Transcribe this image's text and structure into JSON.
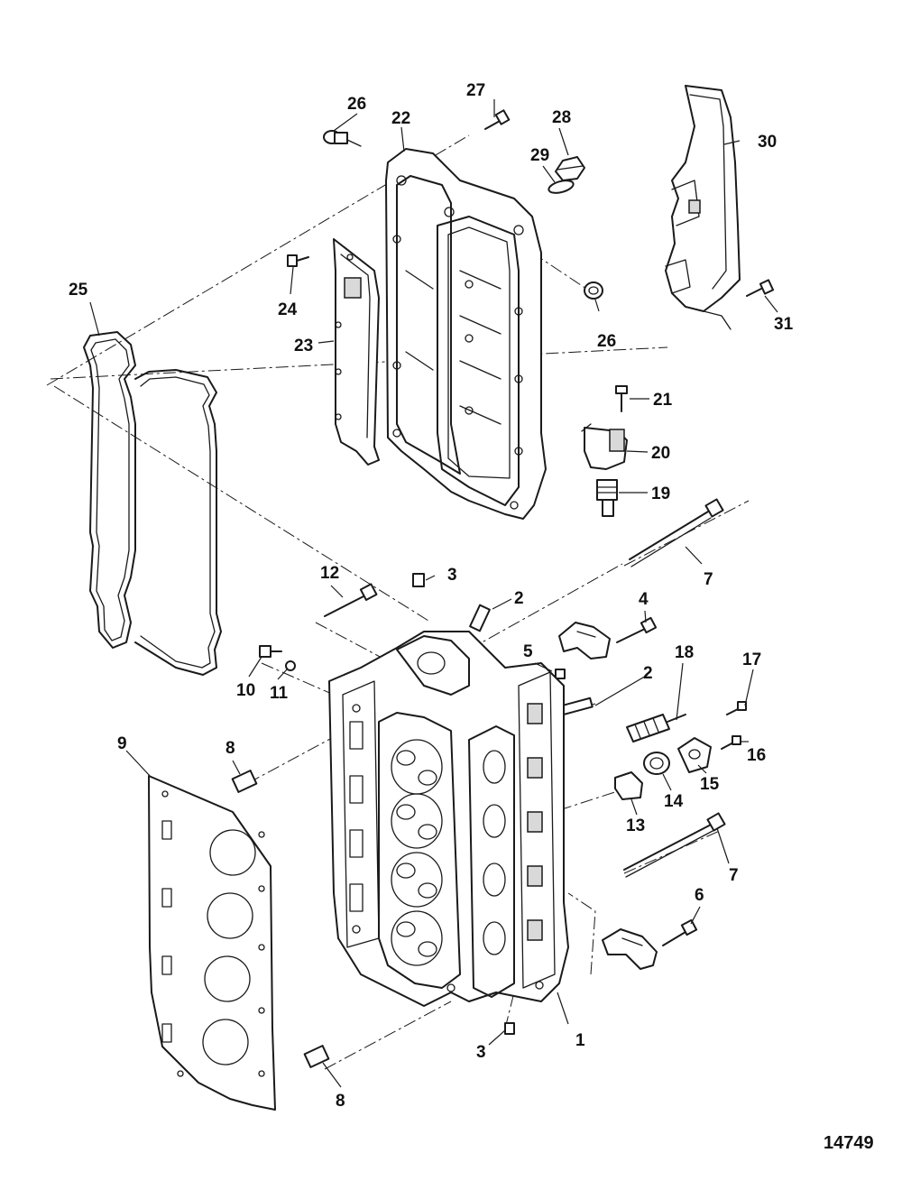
{
  "callouts": {
    "c1": "1",
    "c2a": "2",
    "c2b": "2",
    "c3a": "3",
    "c3b": "3",
    "c4": "4",
    "c5": "5",
    "c6": "6",
    "c7a": "7",
    "c7b": "7",
    "c8a": "8",
    "c8b": "8",
    "c9": "9",
    "c10": "10",
    "c11": "11",
    "c12": "12",
    "c13": "13",
    "c14": "14",
    "c15": "15",
    "c16": "16",
    "c17": "17",
    "c18": "18",
    "c19": "19",
    "c20": "20",
    "c21": "21",
    "c22": "22",
    "c23": "23",
    "c24": "24",
    "c25": "25",
    "c26a": "26",
    "c26b": "26",
    "c27": "27",
    "c28": "28",
    "c29": "29",
    "c30": "30",
    "c31": "31"
  },
  "figure_id": "14749"
}
